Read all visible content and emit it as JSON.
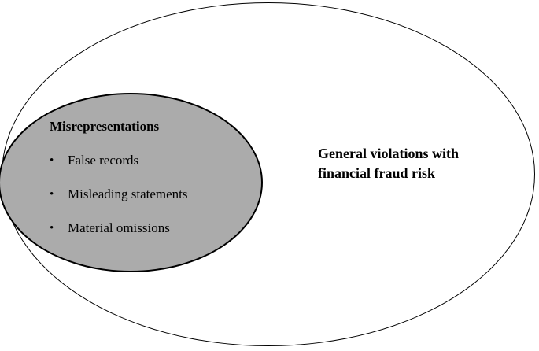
{
  "diagram": {
    "type": "euler-set-diagram",
    "outer_set": {
      "label_lines": [
        "General violations with",
        "financial fraud risk"
      ],
      "label_full": "General violations with financial fraud risk"
    },
    "inner_set": {
      "title": "Misrepresentations",
      "bullet_glyph": "•",
      "items": [
        "False records",
        "Misleading statements",
        "Material omissions"
      ]
    },
    "colors": {
      "inner_fill": "#ababab",
      "stroke": "#000000",
      "text": "#000000",
      "background": "#ffffff"
    }
  }
}
